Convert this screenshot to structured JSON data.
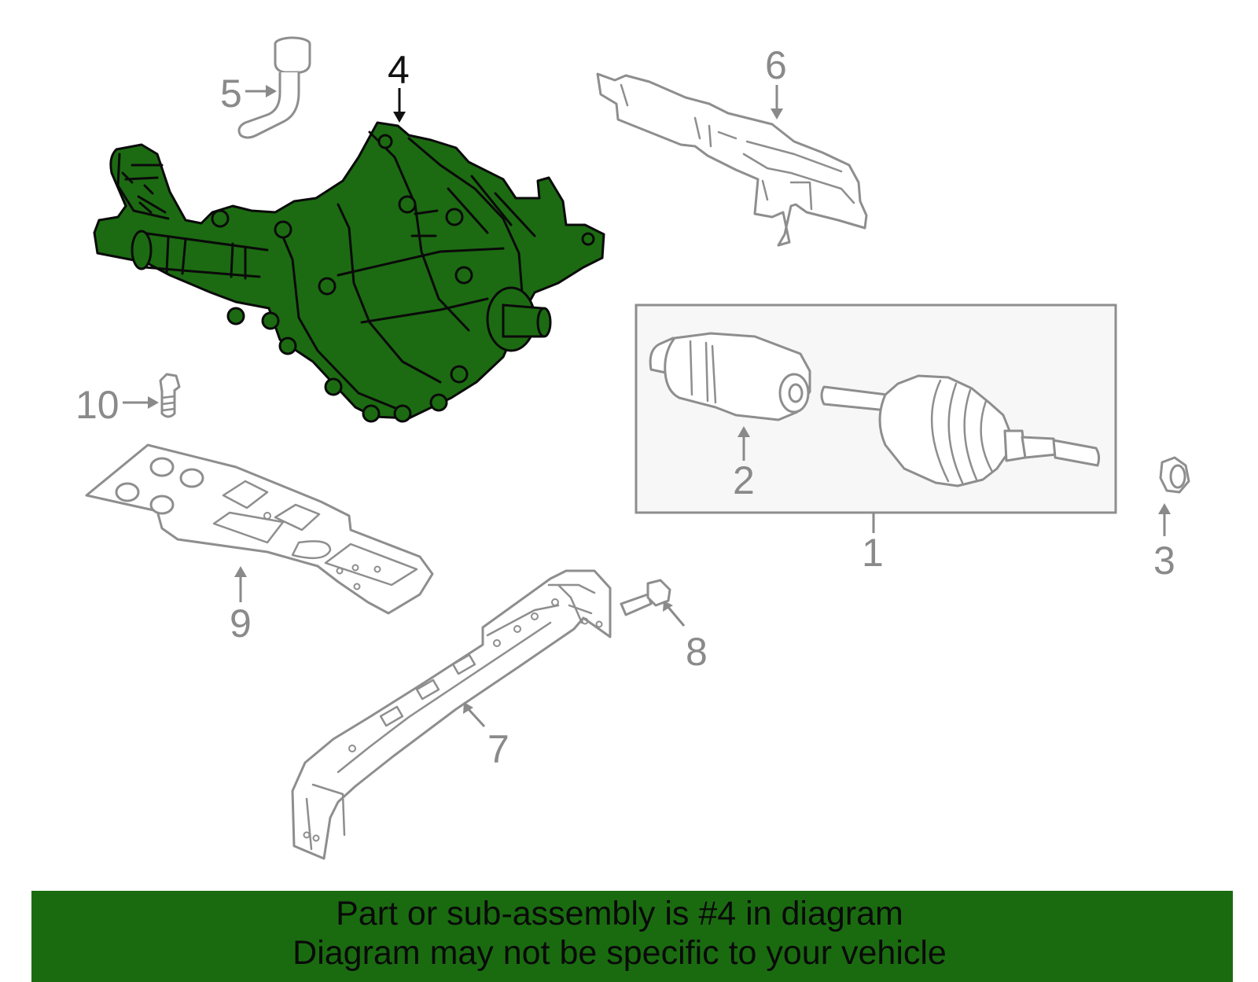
{
  "diagram": {
    "highlighted_part": "4",
    "highlight_color": "#1c6b12",
    "callouts": [
      "1",
      "2",
      "3",
      "4",
      "5",
      "6",
      "7",
      "8",
      "9",
      "10"
    ]
  },
  "footer": {
    "background_color": "#1a6b10",
    "line_1": "Part or sub-assembly is #4 in diagram",
    "line_2": "Diagram may not be specific to your vehicle"
  }
}
